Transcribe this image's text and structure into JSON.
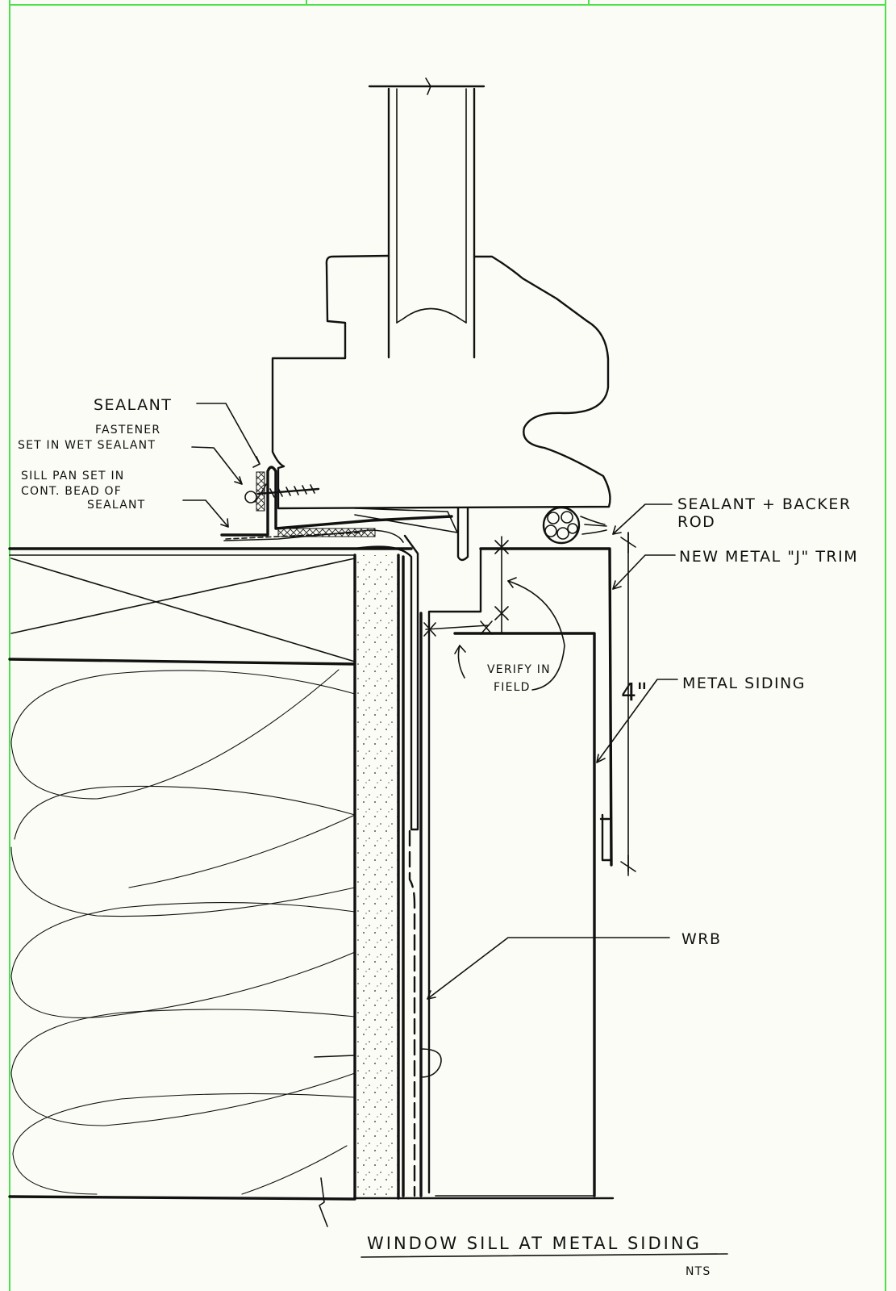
{
  "colors": {
    "paper": "#fcfcf6",
    "ink": "#111111",
    "border": "#4ce04c",
    "sealant_hatch": "#333333"
  },
  "labels": {
    "sealant": "SEALANT",
    "fastener_line1": "FASTENER",
    "fastener_line2": "SET IN WET SEALANT",
    "sill_pan_line1": "SILL PAN SET  IN",
    "sill_pan_line2": "CONT. BEAD OF",
    "sill_pan_line3": "SEALANT",
    "sealant_backer_line1": "SEALANT + BACKER",
    "sealant_backer_line2": "ROD",
    "new_metal_j_trim": "NEW METAL \"J\" TRIM",
    "metal_siding": "METAL SIDING",
    "verify_line1": "VERIFY IN",
    "verify_line2": "FIELD",
    "dimension": "4\"",
    "wrb": "WRB"
  },
  "title": {
    "main": "WINDOW SILL AT  METAL SIDING",
    "scale": "NTS"
  }
}
